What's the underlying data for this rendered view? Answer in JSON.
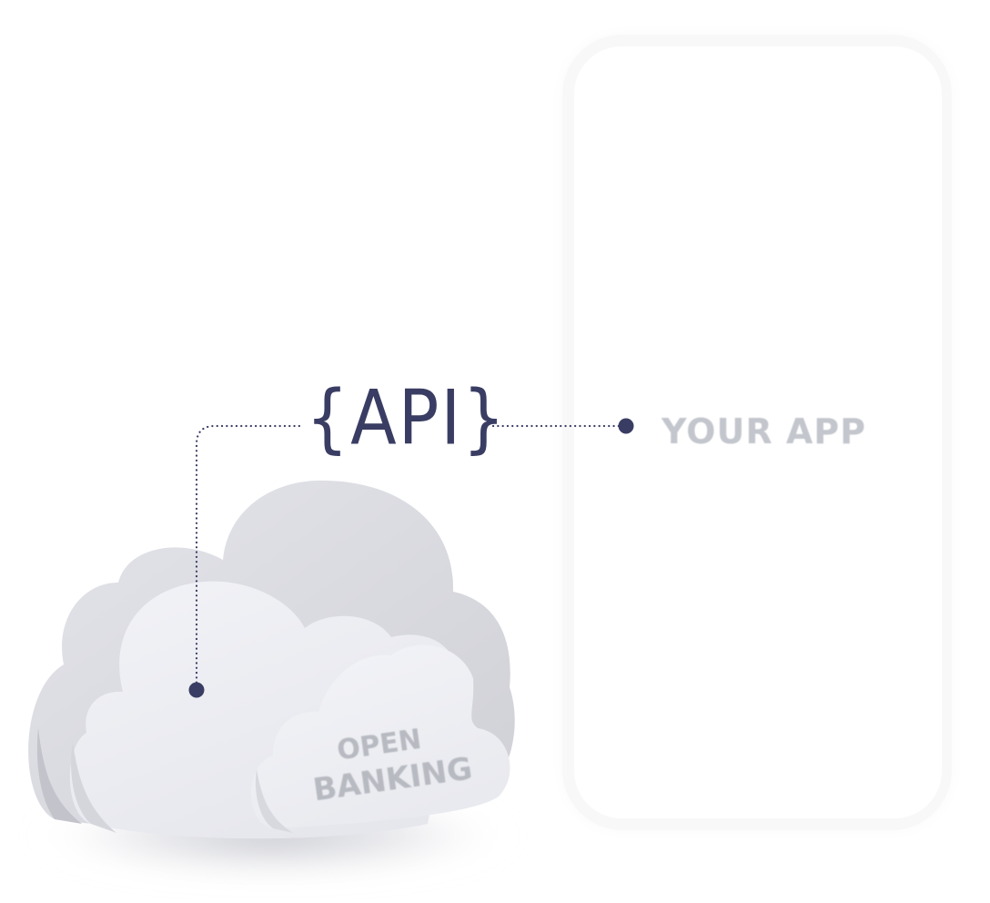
{
  "diagram": {
    "api_label": "{API}",
    "app_label": "YOUR APP",
    "cloud_label_line1": "OPEN",
    "cloud_label_line2": "BANKING",
    "connector_color": "#3a3d63",
    "app_text_color": "#c4c6cd",
    "cloud_text_color": "#b8bac2",
    "nodes": [
      {
        "id": "open-banking-cloud",
        "label": "OPEN BANKING"
      },
      {
        "id": "api",
        "label": "{API}"
      },
      {
        "id": "your-app",
        "label": "YOUR APP"
      }
    ],
    "edges": [
      {
        "from": "open-banking-cloud",
        "to": "api",
        "style": "dotted"
      },
      {
        "from": "api",
        "to": "your-app",
        "style": "dotted"
      }
    ]
  }
}
